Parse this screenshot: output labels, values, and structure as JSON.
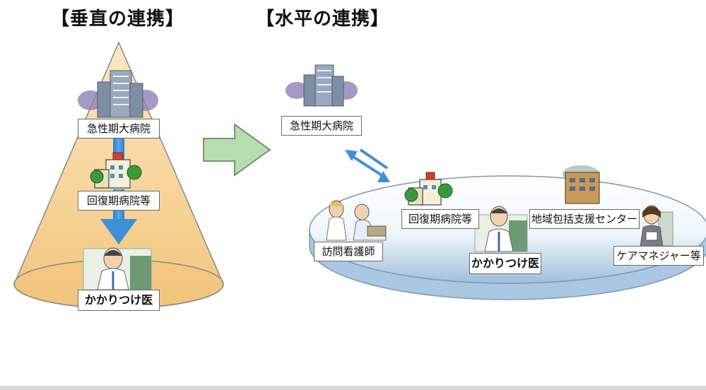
{
  "titles": {
    "vertical": "【垂直の連携】",
    "horizontal": "【水平の連携】"
  },
  "vertical_model": {
    "acute_hospital": "急性期大病院",
    "recovery_hospital": "回復期病院等",
    "family_doctor": "かかりつけ医"
  },
  "horizontal_model": {
    "acute_hospital": "急性期大病院",
    "recovery_hospital": "回復期病院等",
    "community_center": "地域包括支援センター",
    "visiting_nurse": "訪問看護師",
    "family_doctor": "かかりつけ医",
    "care_manager": "ケアマネジャー等"
  },
  "icons": [
    "hospital-building-icon",
    "clinic-building-icon",
    "doctor-icon",
    "nurse-icon",
    "care-manager-icon",
    "community-center-building-icon"
  ],
  "colors": {
    "cone_fill": "#f5cc8a",
    "cone_stroke": "#8a8a8a",
    "arrow_blue": "#3d8fd8",
    "transition_arrow_fill": "#b7dcb0",
    "transition_arrow_stroke": "#5a7a55",
    "label_border": "#6b6b6b"
  }
}
